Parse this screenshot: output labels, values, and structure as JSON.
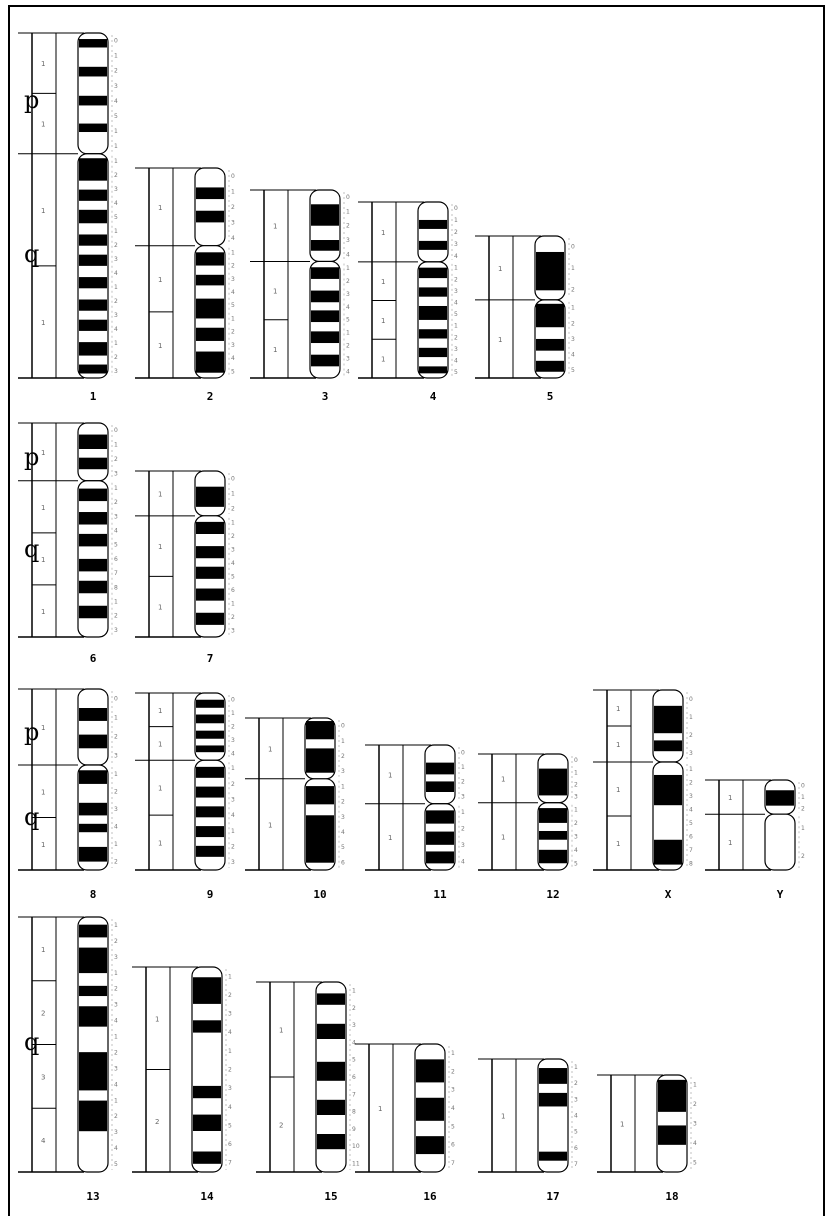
{
  "arm_labels": {
    "p": "p",
    "q": "q"
  },
  "chromosomes": [
    {
      "name": "1",
      "rows": 1,
      "col": 0,
      "p_h": 0.35,
      "q_h": 0.65,
      "p_regions": [
        "1",
        "1"
      ],
      "q_regions": [
        "1",
        "1"
      ],
      "p_bands": [
        "0",
        "1",
        "2",
        "3",
        "4",
        "5",
        "1",
        "1"
      ],
      "q_bands": [
        "1",
        "2",
        "3",
        "4",
        "5",
        "1",
        "2",
        "3",
        "4",
        "1",
        "2",
        "3",
        "4",
        "1",
        "2",
        "3"
      ],
      "p_black": [
        [
          0.05,
          0.12
        ],
        [
          0.28,
          0.36
        ],
        [
          0.52,
          0.6
        ],
        [
          0.75,
          0.82
        ]
      ],
      "q_black": [
        [
          0.02,
          0.12
        ],
        [
          0.16,
          0.21
        ],
        [
          0.25,
          0.31
        ],
        [
          0.36,
          0.41
        ],
        [
          0.45,
          0.5
        ],
        [
          0.55,
          0.6
        ],
        [
          0.65,
          0.7
        ],
        [
          0.74,
          0.79
        ],
        [
          0.84,
          0.9
        ],
        [
          0.94,
          0.98
        ]
      ]
    },
    {
      "name": "2",
      "rows": 1,
      "col": 1,
      "p_h": 0.37,
      "q_h": 0.63,
      "p_regions": [
        "1"
      ],
      "q_regions": [
        "1",
        "1"
      ],
      "p_bands": [
        "0",
        "1",
        "2",
        "3",
        "4"
      ],
      "q_bands": [
        "1",
        "2",
        "3",
        "4",
        "5",
        "1",
        "2",
        "3",
        "4",
        "5"
      ],
      "p_black": [
        [
          0.25,
          0.4
        ],
        [
          0.55,
          0.7
        ]
      ],
      "q_black": [
        [
          0.05,
          0.15
        ],
        [
          0.22,
          0.3
        ],
        [
          0.4,
          0.55
        ],
        [
          0.62,
          0.72
        ],
        [
          0.8,
          0.96
        ]
      ]
    },
    {
      "name": "3",
      "rows": 1,
      "col": 2,
      "p_h": 0.38,
      "q_h": 0.62,
      "p_regions": [
        "1"
      ],
      "q_regions": [
        "1",
        "1"
      ],
      "p_bands": [
        "0",
        "1",
        "2",
        "3",
        "4"
      ],
      "q_bands": [
        "1",
        "2",
        "3",
        "4",
        "5",
        "1",
        "2",
        "3",
        "4"
      ],
      "p_black": [
        [
          0.2,
          0.5
        ],
        [
          0.7,
          0.85
        ]
      ],
      "q_black": [
        [
          0.05,
          0.15
        ],
        [
          0.25,
          0.35
        ],
        [
          0.42,
          0.52
        ],
        [
          0.6,
          0.7
        ],
        [
          0.8,
          0.9
        ]
      ]
    },
    {
      "name": "4",
      "rows": 1,
      "col": 3,
      "p_h": 0.34,
      "q_h": 0.66,
      "p_regions": [
        "1"
      ],
      "q_regions": [
        "1",
        "1",
        "1"
      ],
      "p_bands": [
        "0",
        "1",
        "2",
        "3",
        "4"
      ],
      "q_bands": [
        "1",
        "2",
        "3",
        "4",
        "5",
        "1",
        "2",
        "3",
        "4",
        "5"
      ],
      "p_black": [
        [
          0.3,
          0.45
        ],
        [
          0.65,
          0.8
        ]
      ],
      "q_black": [
        [
          0.05,
          0.14
        ],
        [
          0.22,
          0.3
        ],
        [
          0.38,
          0.5
        ],
        [
          0.58,
          0.66
        ],
        [
          0.74,
          0.82
        ],
        [
          0.9,
          0.96
        ]
      ]
    },
    {
      "name": "5",
      "rows": 1,
      "col": 4,
      "p_h": 0.45,
      "q_h": 0.55,
      "p_regions": [
        "1"
      ],
      "q_regions": [
        "1"
      ],
      "p_bands": [
        "0",
        "1",
        "2"
      ],
      "q_bands": [
        "1",
        "2",
        "3",
        "4",
        "5"
      ],
      "p_black": [
        [
          0.25,
          0.85
        ]
      ],
      "q_black": [
        [
          0.05,
          0.35
        ],
        [
          0.5,
          0.65
        ],
        [
          0.78,
          0.92
        ]
      ]
    },
    {
      "name": "6",
      "rows": 2,
      "col": 0,
      "p_h": 0.27,
      "q_h": 0.73,
      "p_regions": [
        "1"
      ],
      "q_regions": [
        "1",
        "1",
        "1"
      ],
      "p_bands": [
        "0",
        "1",
        "2",
        "3"
      ],
      "q_bands": [
        "1",
        "2",
        "3",
        "4",
        "5",
        "6",
        "7",
        "8",
        "1",
        "2",
        "3"
      ],
      "p_black": [
        [
          0.2,
          0.45
        ],
        [
          0.6,
          0.8
        ]
      ],
      "q_black": [
        [
          0.05,
          0.13
        ],
        [
          0.2,
          0.28
        ],
        [
          0.34,
          0.42
        ],
        [
          0.5,
          0.58
        ],
        [
          0.64,
          0.72
        ],
        [
          0.8,
          0.88
        ]
      ]
    },
    {
      "name": "7",
      "rows": 2,
      "col": 1,
      "p_h": 0.27,
      "q_h": 0.73,
      "p_regions": [
        "1"
      ],
      "q_regions": [
        "1",
        "1"
      ],
      "p_bands": [
        "0",
        "1",
        "2"
      ],
      "q_bands": [
        "1",
        "2",
        "3",
        "4",
        "5",
        "6",
        "1",
        "2",
        "3"
      ],
      "p_black": [
        [
          0.35,
          0.8
        ]
      ],
      "q_black": [
        [
          0.05,
          0.15
        ],
        [
          0.25,
          0.35
        ],
        [
          0.42,
          0.52
        ],
        [
          0.6,
          0.7
        ],
        [
          0.8,
          0.9
        ]
      ]
    },
    {
      "name": "8",
      "rows": 3,
      "col": 0,
      "p_h": 0.42,
      "q_h": 0.58,
      "p_regions": [
        "1"
      ],
      "q_regions": [
        "1",
        "1"
      ],
      "p_bands": [
        "0",
        "1",
        "2",
        "3"
      ],
      "q_bands": [
        "1",
        "2",
        "3",
        "4",
        "1",
        "2"
      ],
      "p_black": [
        [
          0.25,
          0.42
        ],
        [
          0.6,
          0.78
        ]
      ],
      "q_black": [
        [
          0.05,
          0.18
        ],
        [
          0.36,
          0.48
        ],
        [
          0.56,
          0.64
        ],
        [
          0.78,
          0.92
        ]
      ]
    },
    {
      "name": "9",
      "rows": 3,
      "col": 1,
      "p_h": 0.38,
      "q_h": 0.62,
      "p_regions": [
        "1",
        "1"
      ],
      "q_regions": [
        "1",
        "1"
      ],
      "p_bands": [
        "0",
        "1",
        "2",
        "3",
        "4"
      ],
      "q_bands": [
        "1",
        "2",
        "3",
        "4",
        "1",
        "2",
        "3"
      ],
      "p_black": [
        [
          0.1,
          0.22
        ],
        [
          0.32,
          0.45
        ],
        [
          0.56,
          0.68
        ],
        [
          0.78,
          0.88
        ]
      ],
      "q_black": [
        [
          0.06,
          0.16
        ],
        [
          0.24,
          0.34
        ],
        [
          0.42,
          0.52
        ],
        [
          0.6,
          0.7
        ],
        [
          0.78,
          0.88
        ]
      ]
    },
    {
      "name": "10",
      "rows": 3,
      "col": 2,
      "p_h": 0.4,
      "q_h": 0.6,
      "p_regions": [
        "1"
      ],
      "q_regions": [
        "1"
      ],
      "p_bands": [
        "0",
        "1",
        "2",
        "3"
      ],
      "q_bands": [
        "1",
        "2",
        "3",
        "4",
        "5",
        "6"
      ],
      "p_black": [
        [
          0.05,
          0.35
        ],
        [
          0.5,
          0.9
        ]
      ],
      "q_black": [
        [
          0.08,
          0.28
        ],
        [
          0.4,
          0.92
        ]
      ]
    },
    {
      "name": "11",
      "rows": 3,
      "col": 3,
      "p_h": 0.47,
      "q_h": 0.53,
      "p_regions": [
        "1"
      ],
      "q_regions": [
        "1"
      ],
      "p_bands": [
        "0",
        "1",
        "2",
        "3"
      ],
      "q_bands": [
        "1",
        "2",
        "3",
        "4"
      ],
      "p_black": [
        [
          0.3,
          0.5
        ],
        [
          0.62,
          0.8
        ]
      ],
      "q_black": [
        [
          0.1,
          0.3
        ],
        [
          0.42,
          0.62
        ],
        [
          0.72,
          0.9
        ]
      ]
    },
    {
      "name": "12",
      "rows": 3,
      "col": 4,
      "p_h": 0.42,
      "q_h": 0.58,
      "p_regions": [
        "1"
      ],
      "q_regions": [
        "1"
      ],
      "p_bands": [
        "0",
        "1",
        "2",
        "3"
      ],
      "q_bands": [
        "1",
        "2",
        "3",
        "4",
        "5"
      ],
      "p_black": [
        [
          0.3,
          0.85
        ]
      ],
      "q_black": [
        [
          0.08,
          0.3
        ],
        [
          0.42,
          0.55
        ],
        [
          0.7,
          0.9
        ]
      ]
    },
    {
      "name": "X",
      "rows": 3,
      "col": 5,
      "p_h": 0.4,
      "q_h": 0.6,
      "p_regions": [
        "1",
        "1"
      ],
      "q_regions": [
        "1",
        "1"
      ],
      "p_bands": [
        "0",
        "1",
        "2",
        "3"
      ],
      "q_bands": [
        "1",
        "2",
        "3",
        "4",
        "5",
        "6",
        "7",
        "8"
      ],
      "p_black": [
        [
          0.22,
          0.6
        ],
        [
          0.7,
          0.85
        ]
      ],
      "q_black": [
        [
          0.12,
          0.4
        ],
        [
          0.72,
          0.95
        ]
      ]
    },
    {
      "name": "Y",
      "rows": 3,
      "col": 6,
      "p_h": 0.38,
      "q_h": 0.62,
      "p_regions": [
        "1"
      ],
      "q_regions": [
        "1"
      ],
      "p_bands": [
        "0",
        "1",
        "2"
      ],
      "q_bands": [
        "1",
        "2"
      ],
      "p_black": [
        [
          0.3,
          0.75
        ]
      ],
      "q_black": []
    },
    {
      "name": "13",
      "rows": 4,
      "col": 0,
      "p_h": 0.0,
      "q_h": 1.0,
      "p_regions": [],
      "q_regions": [
        "1",
        "2",
        "3",
        "4"
      ],
      "p_bands": [],
      "q_bands": [
        "1",
        "2",
        "3",
        "1",
        "2",
        "3",
        "4",
        "1",
        "2",
        "3",
        "4",
        "1",
        "2",
        "3",
        "4",
        "5"
      ],
      "p_black": [],
      "q_black": [
        [
          0.03,
          0.08
        ],
        [
          0.12,
          0.22
        ],
        [
          0.27,
          0.31
        ],
        [
          0.35,
          0.43
        ],
        [
          0.53,
          0.68
        ],
        [
          0.72,
          0.84
        ]
      ]
    },
    {
      "name": "14",
      "rows": 4,
      "col": 1,
      "p_h": 0.0,
      "q_h": 1.0,
      "p_regions": [],
      "q_regions": [
        "1",
        "2"
      ],
      "p_bands": [],
      "q_bands": [
        "1",
        "2",
        "3",
        "4",
        "1",
        "2",
        "3",
        "4",
        "5",
        "6",
        "7"
      ],
      "p_black": [],
      "q_black": [
        [
          0.05,
          0.18
        ],
        [
          0.26,
          0.32
        ],
        [
          0.58,
          0.64
        ],
        [
          0.72,
          0.8
        ],
        [
          0.9,
          0.96
        ]
      ]
    },
    {
      "name": "15",
      "rows": 4,
      "col": 2,
      "p_h": 0.0,
      "q_h": 1.0,
      "p_regions": [],
      "q_regions": [
        "1",
        "2"
      ],
      "p_bands": [],
      "q_bands": [
        "1",
        "2",
        "3",
        "4",
        "5",
        "6",
        "7",
        "8",
        "9",
        "10",
        "11"
      ],
      "p_black": [],
      "q_black": [
        [
          0.06,
          0.12
        ],
        [
          0.22,
          0.3
        ],
        [
          0.42,
          0.52
        ],
        [
          0.62,
          0.7
        ],
        [
          0.8,
          0.88
        ]
      ]
    },
    {
      "name": "16",
      "rows": 4,
      "col": 3,
      "p_h": 0.0,
      "q_h": 1.0,
      "p_regions": [],
      "q_regions": [
        "1"
      ],
      "p_bands": [],
      "q_bands": [
        "1",
        "2",
        "3",
        "4",
        "5",
        "6",
        "7"
      ],
      "p_black": [],
      "q_black": [
        [
          0.12,
          0.3
        ],
        [
          0.42,
          0.6
        ],
        [
          0.72,
          0.86
        ]
      ]
    },
    {
      "name": "17",
      "rows": 4,
      "col": 4,
      "p_h": 0.0,
      "q_h": 1.0,
      "p_regions": [],
      "q_regions": [
        "1"
      ],
      "p_bands": [],
      "q_bands": [
        "1",
        "2",
        "3",
        "4",
        "5",
        "6",
        "7"
      ],
      "p_black": [],
      "q_black": [
        [
          0.08,
          0.22
        ],
        [
          0.3,
          0.42
        ],
        [
          0.82,
          0.9
        ]
      ]
    },
    {
      "name": "18",
      "rows": 4,
      "col": 5,
      "p_h": 0.0,
      "q_h": 1.0,
      "p_regions": [],
      "q_regions": [
        "1"
      ],
      "p_bands": [],
      "q_bands": [
        "1",
        "2",
        "3",
        "4",
        "5"
      ],
      "p_black": [],
      "q_black": [
        [
          0.05,
          0.38
        ],
        [
          0.52,
          0.72
        ]
      ]
    }
  ]
}
